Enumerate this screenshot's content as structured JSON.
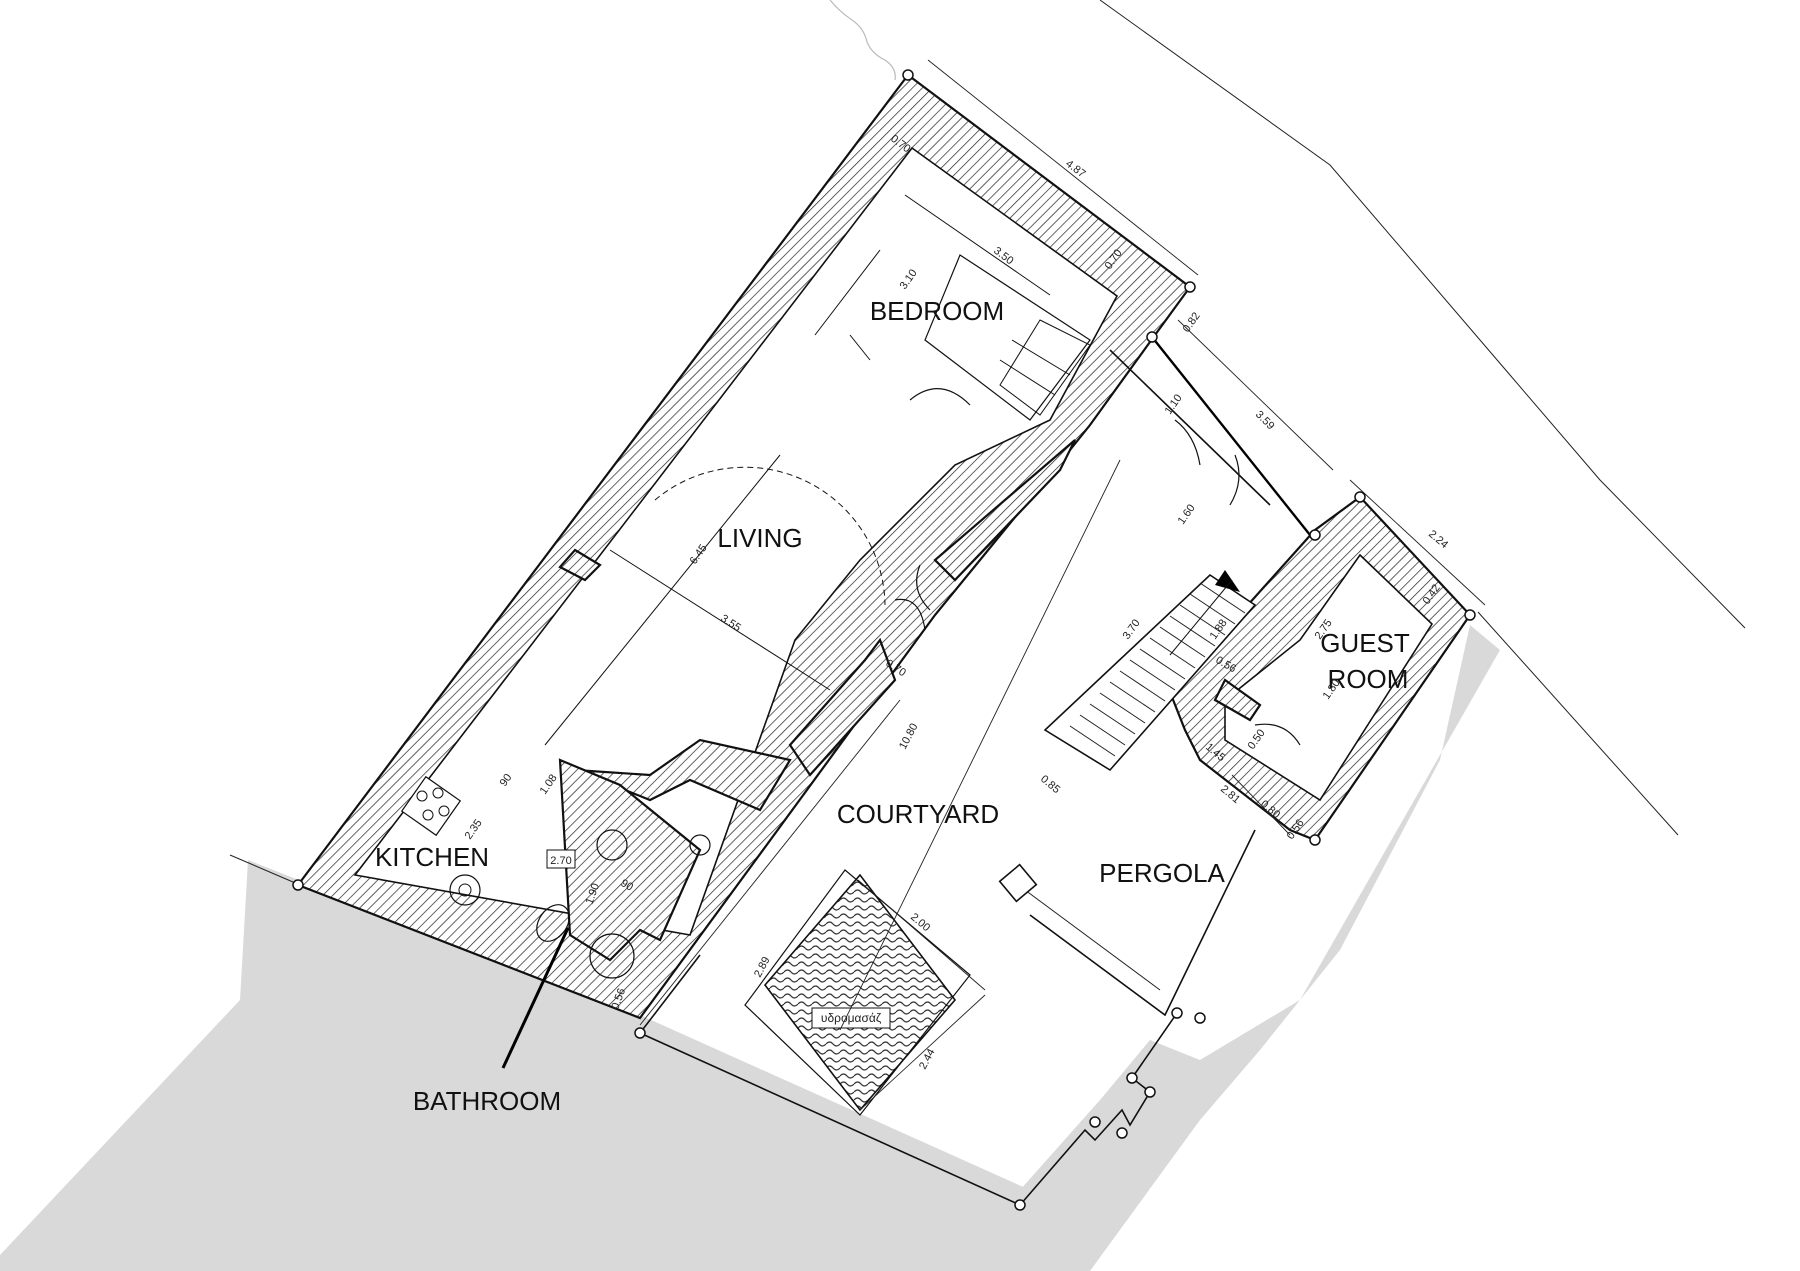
{
  "rooms": {
    "bedroom": "BEDROOM",
    "living": "LIVING",
    "kitchen": "KITCHEN",
    "courtyard": "COURTYARD",
    "pergola": "PERGOLA",
    "guest_room_line1": "GUEST",
    "guest_room_line2": "ROOM",
    "bathroom": "BATHROOM"
  },
  "fixtures": {
    "water_tank": "υδρομασάζ"
  },
  "dimensions": {
    "d_4_87": "4.87",
    "d_0_70_a": "0.70",
    "d_0_70_b": "0.70",
    "d_3_50": "3.50",
    "d_3_10": "3.10",
    "d_0_82": "0.82",
    "d_3_59": "3.59",
    "d_1_10": "1.10",
    "d_1_60": "1.60",
    "d_6_45": "6.45",
    "d_3_55": "3.55",
    "d_0_70_c": "0.70",
    "d_10_80": "10.80",
    "d_3_70": "3.70",
    "d_1_88": "1.88",
    "d_0_56_a": "0.56",
    "d_2_24": "2.24",
    "d_0_42": "0.42",
    "d_2_75": "2.75",
    "d_1_80": "1.80",
    "d_0_50": "0.50",
    "d_1_45": "1.45",
    "d_2_81": "2.81",
    "d_0_80": "0.80",
    "d_0_56_b": "0.56",
    "d_0_85": "0.85",
    "d_1_08": "1.08",
    "d_90_a": "90",
    "d_2_35": "2.35",
    "d_2_70": "2.70",
    "d_90_b": "90",
    "d_1_90": "1.90",
    "d_0_56_c": "0.56",
    "d_2_00": "2.00",
    "d_2_89": "2.89",
    "d_2_44": "2.44"
  }
}
